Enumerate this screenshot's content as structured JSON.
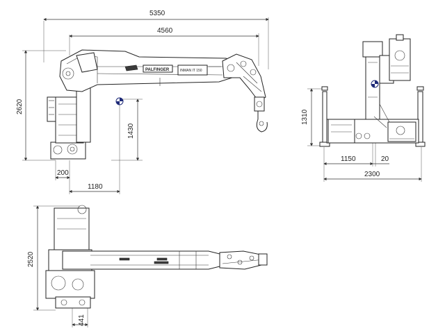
{
  "side_view": {
    "dims": {
      "overall_length": "5350",
      "boom_length": "4560",
      "overall_height": "2620",
      "hook_height": "1430",
      "column_offset": "200",
      "cog_offset": "1180"
    },
    "boom_labels": {
      "brand": "PALFINGER",
      "model": "INMAN IT 150"
    }
  },
  "front_view": {
    "dims": {
      "base_height": "1310",
      "half_width": "1150",
      "center_offset": "20",
      "overall_width": "2300"
    }
  },
  "top_view": {
    "dims": {
      "overall_depth": "2520",
      "base_depth": "441"
    }
  },
  "colors": {
    "line": "#222222",
    "cog_marker": "#1e2a78"
  }
}
